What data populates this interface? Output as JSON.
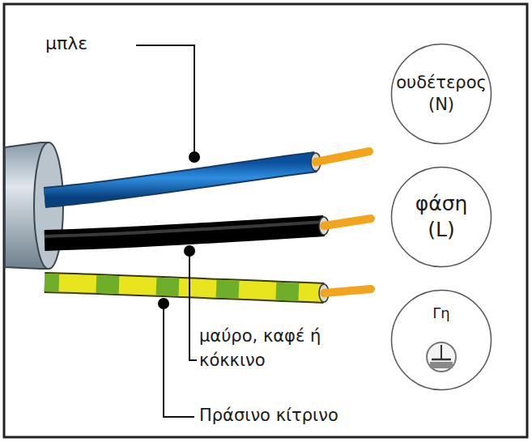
{
  "diagram": {
    "nodes": [
      {
        "text": [
          "ουδέτερος (N)"
        ]
      },
      {
        "text": [
          "φάση (L)"
        ]
      },
      {
        "text": [
          "Γη"
        ]
      }
    ],
    "edges": [],
    "labels": [
      "μπλε",
      "μαύρο, καφέ ή κόκκινο",
      "Πράσινο κίτρινο"
    ]
  }
}
